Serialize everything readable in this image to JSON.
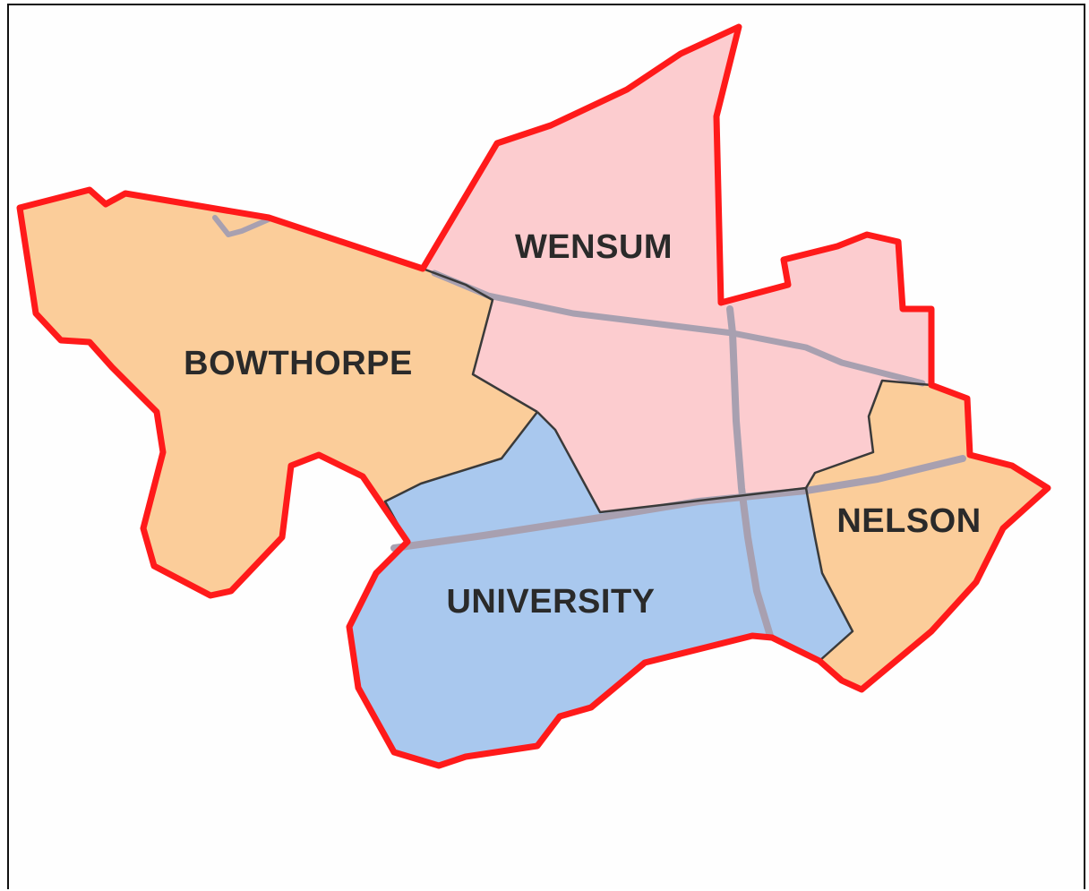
{
  "map": {
    "colors": {
      "boundary": "#ff1a1a",
      "internal_border": "#3a3a3a",
      "road": "#a8a0b0",
      "bowthorpe": "#fbcd9a",
      "wensum": "#fccccf",
      "university": "#a9c8ee",
      "nelson": "#fbcd9a"
    },
    "wards": [
      {
        "id": "bowthorpe",
        "label": "BOWTHORPE"
      },
      {
        "id": "wensum",
        "label": "WENSUM"
      },
      {
        "id": "university",
        "label": "UNIVERSITY"
      },
      {
        "id": "nelson",
        "label": "NELSON"
      }
    ]
  }
}
